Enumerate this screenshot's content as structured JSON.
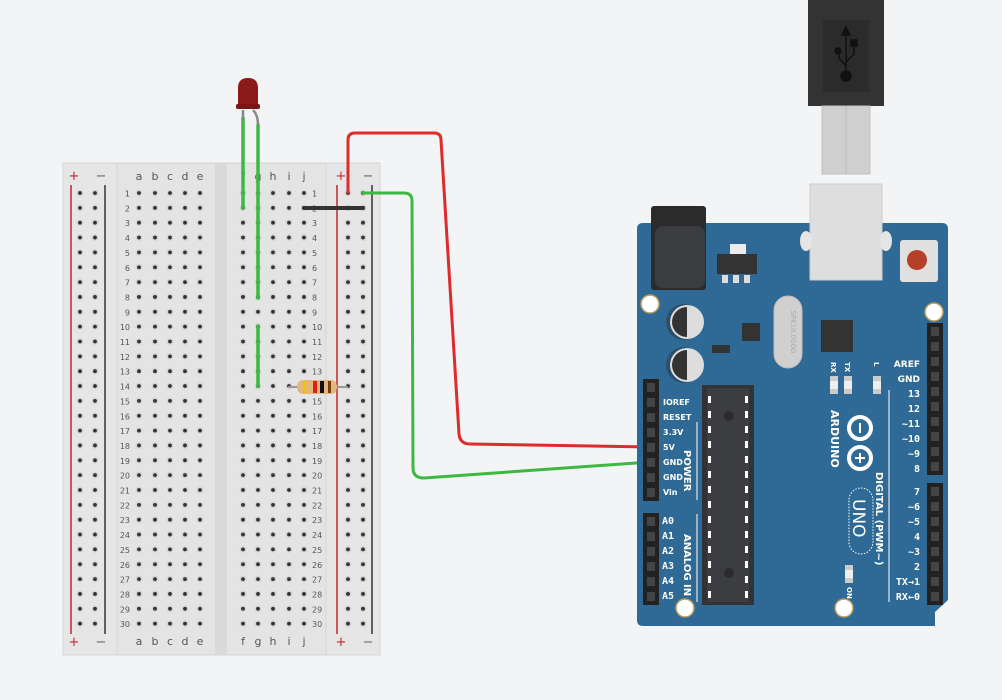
{
  "app": "Circuit simulator workspace",
  "breadboard": {
    "rows": 30,
    "left_columns": [
      "a",
      "b",
      "c",
      "d",
      "e"
    ],
    "right_columns": [
      "f",
      "g",
      "h",
      "i",
      "j"
    ],
    "rail_plus": "+",
    "rail_minus": "−",
    "colors": {
      "plus_line": "#c0282d",
      "minus_line": "#333333",
      "body": "#e3e3e3"
    }
  },
  "components": {
    "led": {
      "color": "#8b1a1a",
      "label": "Red LED"
    },
    "resistor": {
      "bands": [
        "#f2c200",
        "#e01b1b",
        "#111111",
        "#7a3b10"
      ],
      "label": "Resistor"
    },
    "jumper": {
      "color": "#333333"
    }
  },
  "wires": [
    {
      "name": "5V wire",
      "color": "#e02b2b",
      "from": "breadboard + rail row 1",
      "to": "Arduino 5V"
    },
    {
      "name": "GND wire",
      "color": "#3db843",
      "from": "breadboard − rail row 1",
      "to": "Arduino GND"
    }
  ],
  "arduino": {
    "brand": "ARDUINO",
    "model": "UNO",
    "crystal": "SPK16.000G",
    "board_color": "#2f6a96",
    "power_header_title": "POWER",
    "power_pins": [
      "IOREF",
      "RESET",
      "3.3V",
      "5V",
      "GND",
      "GND",
      "Vin"
    ],
    "analog_header_title": "ANALOG IN",
    "analog_pins": [
      "A0",
      "A1",
      "A2",
      "A3",
      "A4",
      "A5"
    ],
    "digital_header_title": "DIGITAL (PWM~)",
    "digital_pins_top": [
      "AREF",
      "GND",
      "13",
      "12",
      "~11",
      "~10",
      "~9",
      "8"
    ],
    "digital_pins_bottom": [
      "7",
      "~6",
      "~5",
      "4",
      "~3",
      "2",
      "TX→1",
      "RX←0"
    ],
    "led_labels": [
      "RX",
      "TX",
      "L"
    ],
    "on_label": "ON"
  },
  "usb": {
    "icon": "usb-icon"
  }
}
